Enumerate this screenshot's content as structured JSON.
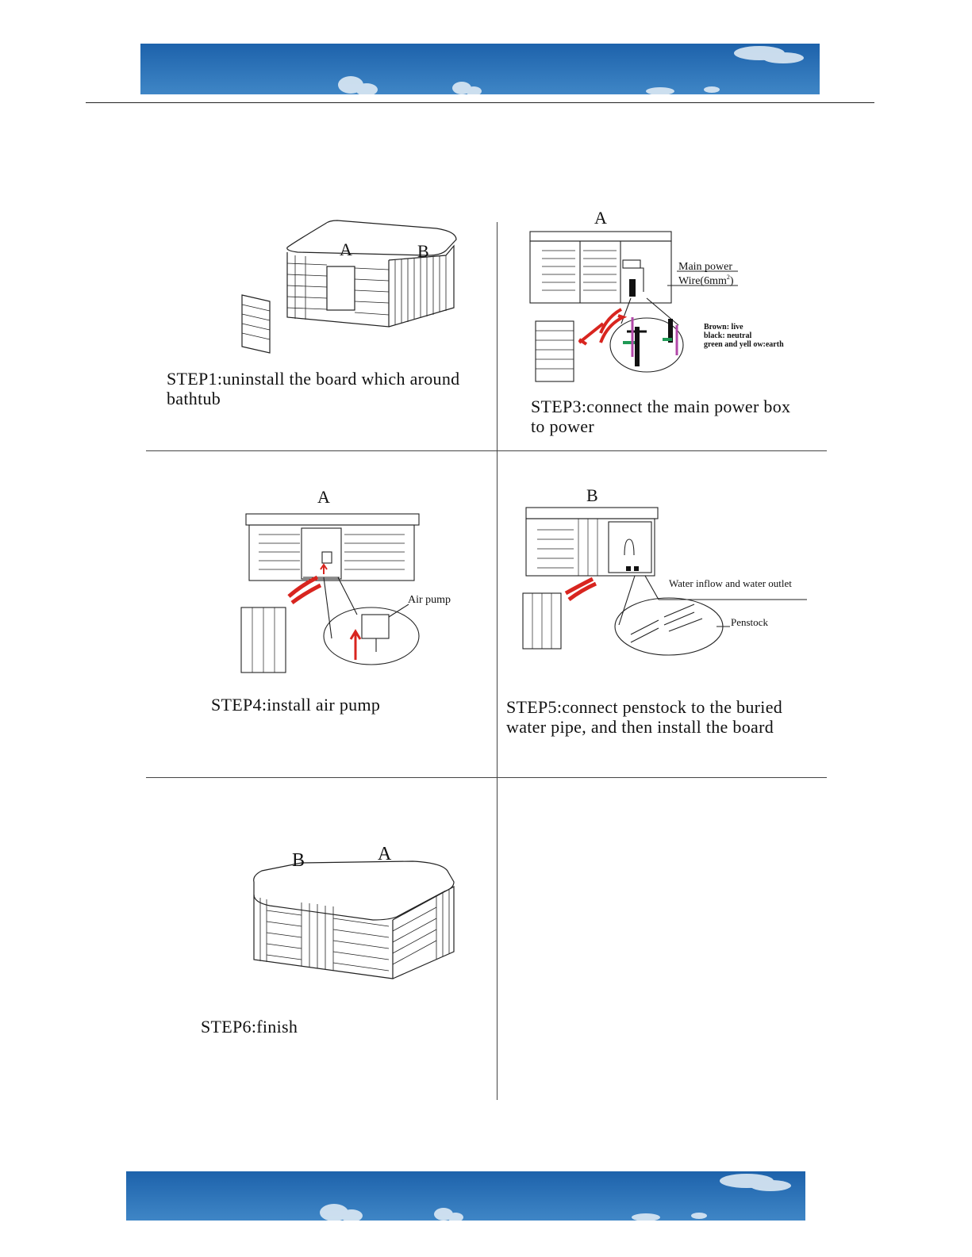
{
  "colors": {
    "sky_top": "#1d62ab",
    "sky_bottom": "#3f86c6",
    "cloud": "#dce9f4",
    "arrow_red": "#d8251f",
    "wire_purple": "#b247a8",
    "wire_green": "#1f9a55"
  },
  "header": {
    "banner_icon": "sky-clouds-banner"
  },
  "footer": {
    "banner_icon": "sky-clouds-banner"
  },
  "steps": [
    {
      "id": "step1",
      "caption_line1": "STEP1:uninstall the board which around",
      "caption_line2": "bathtub",
      "labels": [
        "A",
        "B"
      ]
    },
    {
      "id": "step3",
      "caption_line1": "STEP3:connect the main power box",
      "caption_line2": "to power",
      "labels": [
        "A"
      ],
      "callouts": {
        "main_power": "Main power",
        "wire": "Wire(6mm",
        "wire_sup": "2",
        "wire_close": ")",
        "brown": "Brown: live",
        "black": "black: neutral",
        "green": "green and yell ow:earth"
      }
    },
    {
      "id": "step4",
      "caption_line1": "STEP4:install air pump",
      "labels": [
        "A"
      ],
      "callouts": {
        "air_pump": "Air pump"
      }
    },
    {
      "id": "step5",
      "caption_line1": "STEP5:connect penstock to the buried",
      "caption_line2": "water pipe, and  then install the board",
      "labels": [
        "B"
      ],
      "callouts": {
        "water": "Water inflow and water outlet",
        "penstock": "Penstock"
      }
    },
    {
      "id": "step6",
      "caption_line1": "STEP6:finish",
      "labels": [
        "B",
        "A"
      ]
    }
  ]
}
